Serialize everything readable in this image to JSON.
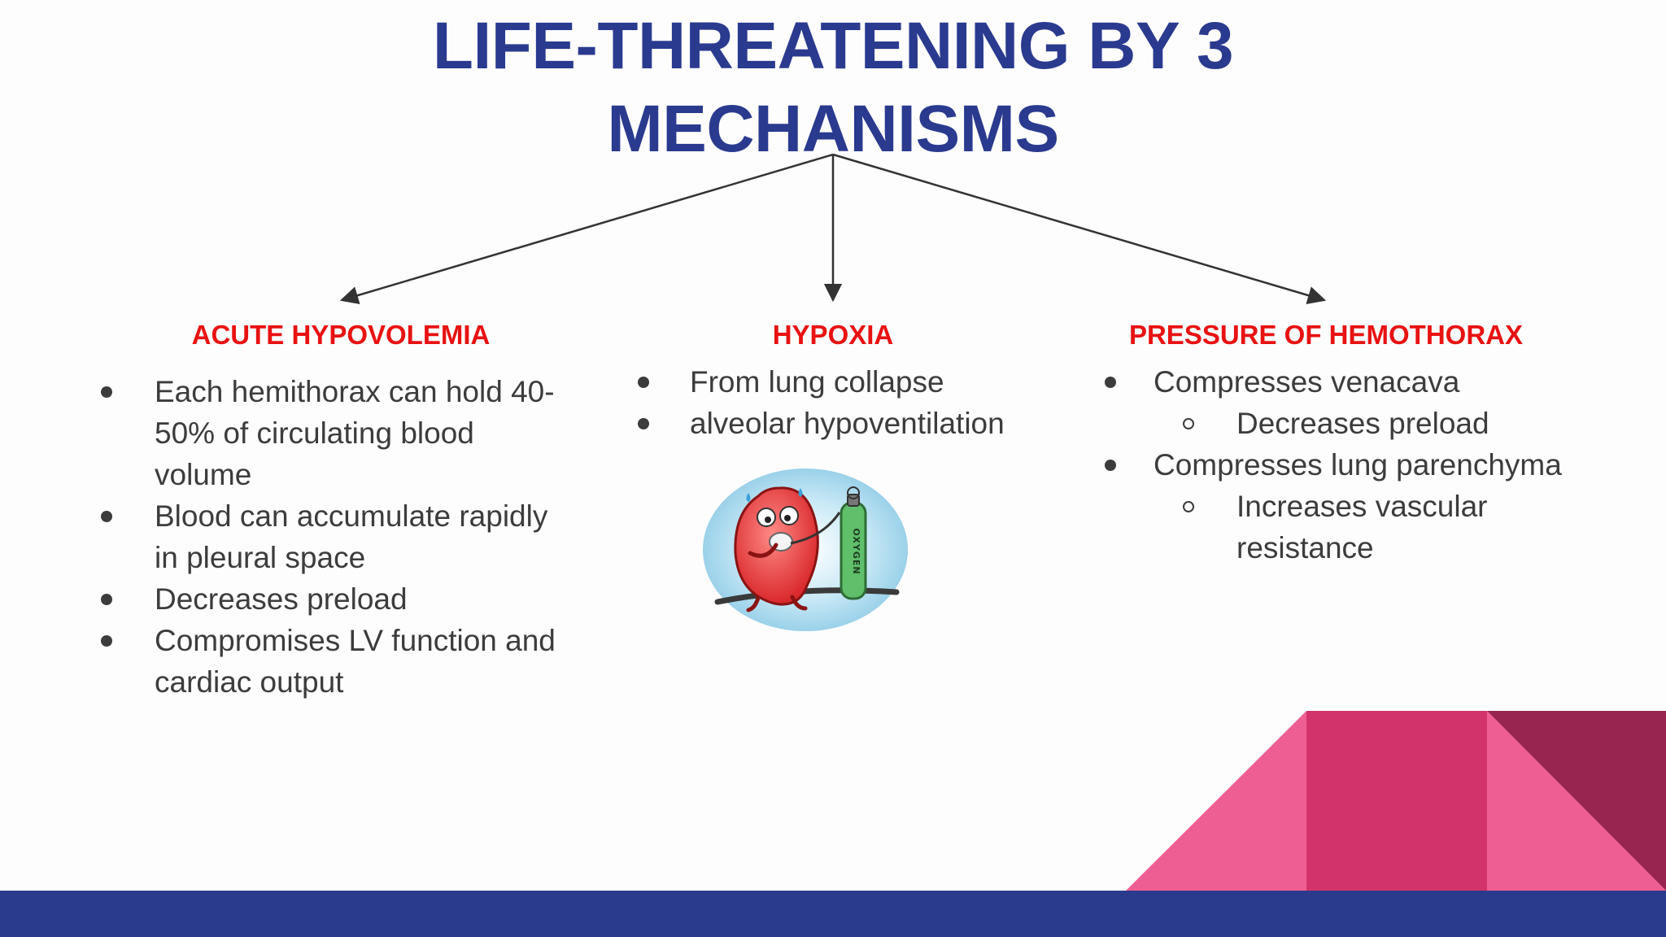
{
  "title": {
    "line1": "LIFE-THREATENING BY 3",
    "line2": "MECHANISMS"
  },
  "mechanisms": [
    {
      "heading": "ACUTE HYPOVOLEMIA",
      "items": [
        "Each hemithorax can hold 40-",
        "50% of circulating blood",
        "volume",
        "Blood can accumulate rapidly",
        "in pleural space",
        "Decreases preload",
        "Compromises LV function and",
        "cardiac output"
      ]
    },
    {
      "heading": "HYPOXIA",
      "items": [
        "From lung collapse",
        "alveolar hypoventilation"
      ],
      "illustration_label": "OXYGEN"
    },
    {
      "heading": "PRESSURE OF HEMOTHORAX",
      "items": [
        "Compresses venacava",
        "Decreases preload",
        "Compresses lung parenchyma",
        "Increases vascular",
        "resistance"
      ]
    }
  ],
  "colors": {
    "title": "#2a3a8f",
    "heading": "#e81212",
    "body_text": "#3c3c3c",
    "footer": "#2a3a8c",
    "deco_pink_light": "#ef5e93",
    "deco_pink_mid": "#d1336a",
    "deco_maroon": "#97254f"
  }
}
